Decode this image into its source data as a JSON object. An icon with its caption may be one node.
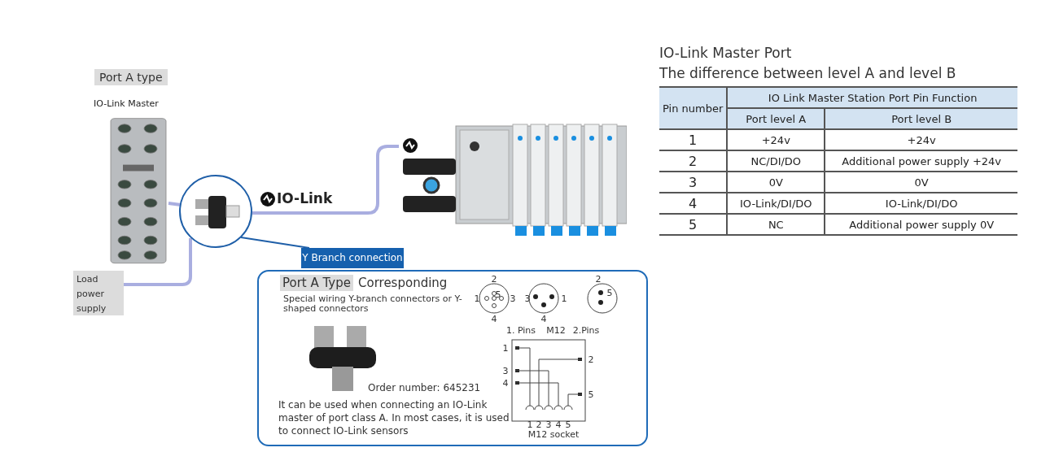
{
  "diagram": {
    "nodes": [
      {
        "text": [
          "Port A type",
          "IO-Link Master"
        ]
      },
      {
        "text": [],
        "shape": "circle"
      },
      {
        "text": [],
        "shape": "picture"
      },
      {
        "text": [
          "Load power supply"
        ]
      },
      {
        "text": [
          "Y Branch connection",
          "Port A Type",
          "Corresponding",
          "Special wiring Y-branch connectors or Y-shaped connectors",
          "Order number: 645231",
          "It can be used when connecting an IO-Link master of port class A. In most cases, it is used to connect IO-Link sensors"
        ]
      }
    ],
    "edges": [
      {
        "from": 0,
        "to": 1,
        "arrow": "none"
      },
      {
        "from": 3,
        "to": 1,
        "arrow": "none"
      },
      {
        "from": 1,
        "to": 2,
        "arrow": "none",
        "label": "IO-Link"
      },
      {
        "from": 1,
        "to": 4,
        "arrow": "none",
        "color": "#1f5fa8"
      }
    ],
    "labels": [
      "IO-Link Master Port",
      "The difference between level A and level B",
      "Pin number",
      "IO Link Master Station Port Pin Function",
      "Port level A",
      "Port level B",
      "1",
      "+24v",
      "+24v",
      "2",
      "NC/DI/DO",
      "Additional power supply +24v",
      "3",
      "0V",
      "0V",
      "4",
      "IO-Link/DI/DO",
      "IO-Link/DI/DO",
      "5",
      "NC",
      "Additional power supply 0V",
      "2",
      "1",
      "5",
      "3",
      "4",
      "3",
      "1",
      "4",
      "2",
      "5",
      "1. Pins",
      "M12",
      "2.Pins",
      "1",
      "2",
      "3",
      "4",
      "5",
      "1",
      "2",
      "3",
      "4",
      "5",
      "M12 socket"
    ]
  }
}
